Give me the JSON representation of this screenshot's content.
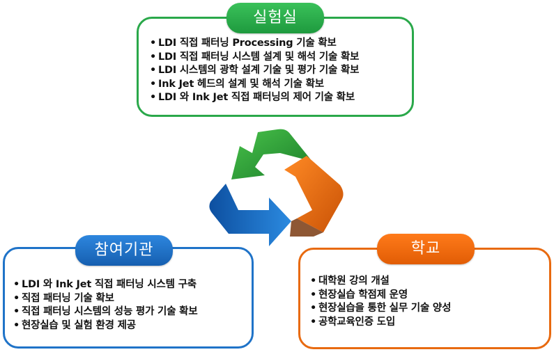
{
  "lab": {
    "title": "실험실",
    "items": [
      "LDI 직접 패터닝 Processing 기술 확보",
      "LDI 직접 패터닝 시스템 설계 및 해석 기술 확보",
      "LDI 시스템의 광학 설계 기술 및 평가 기술 확보",
      "Ink Jet 헤드의 설계 및 해석 기술 확보",
      "LDI 와 Ink Jet 직접 패터닝의 제어 기술 확보"
    ]
  },
  "participant": {
    "title": "참여기관",
    "items": [
      "LDI 와  Ink Jet 직접 패터닝 시스템  구축",
      "직접 패터닝 기술 확보",
      "직접 패터닝 시스템의 성능 평가 기술 확보",
      "현장실습 및 실험 환경 제공"
    ]
  },
  "school": {
    "title": "학교",
    "items": [
      "대학원 강의 개설",
      "현장실습 학점제 운영",
      "현장실습을 통한 실무 기술 양성",
      "공학교육인증 도입"
    ]
  },
  "colors": {
    "green": "#2aa84a",
    "blue": "#1f73c8",
    "orange": "#e86a10"
  },
  "icons": {
    "center": "recycle-cycle-arrows-icon"
  }
}
